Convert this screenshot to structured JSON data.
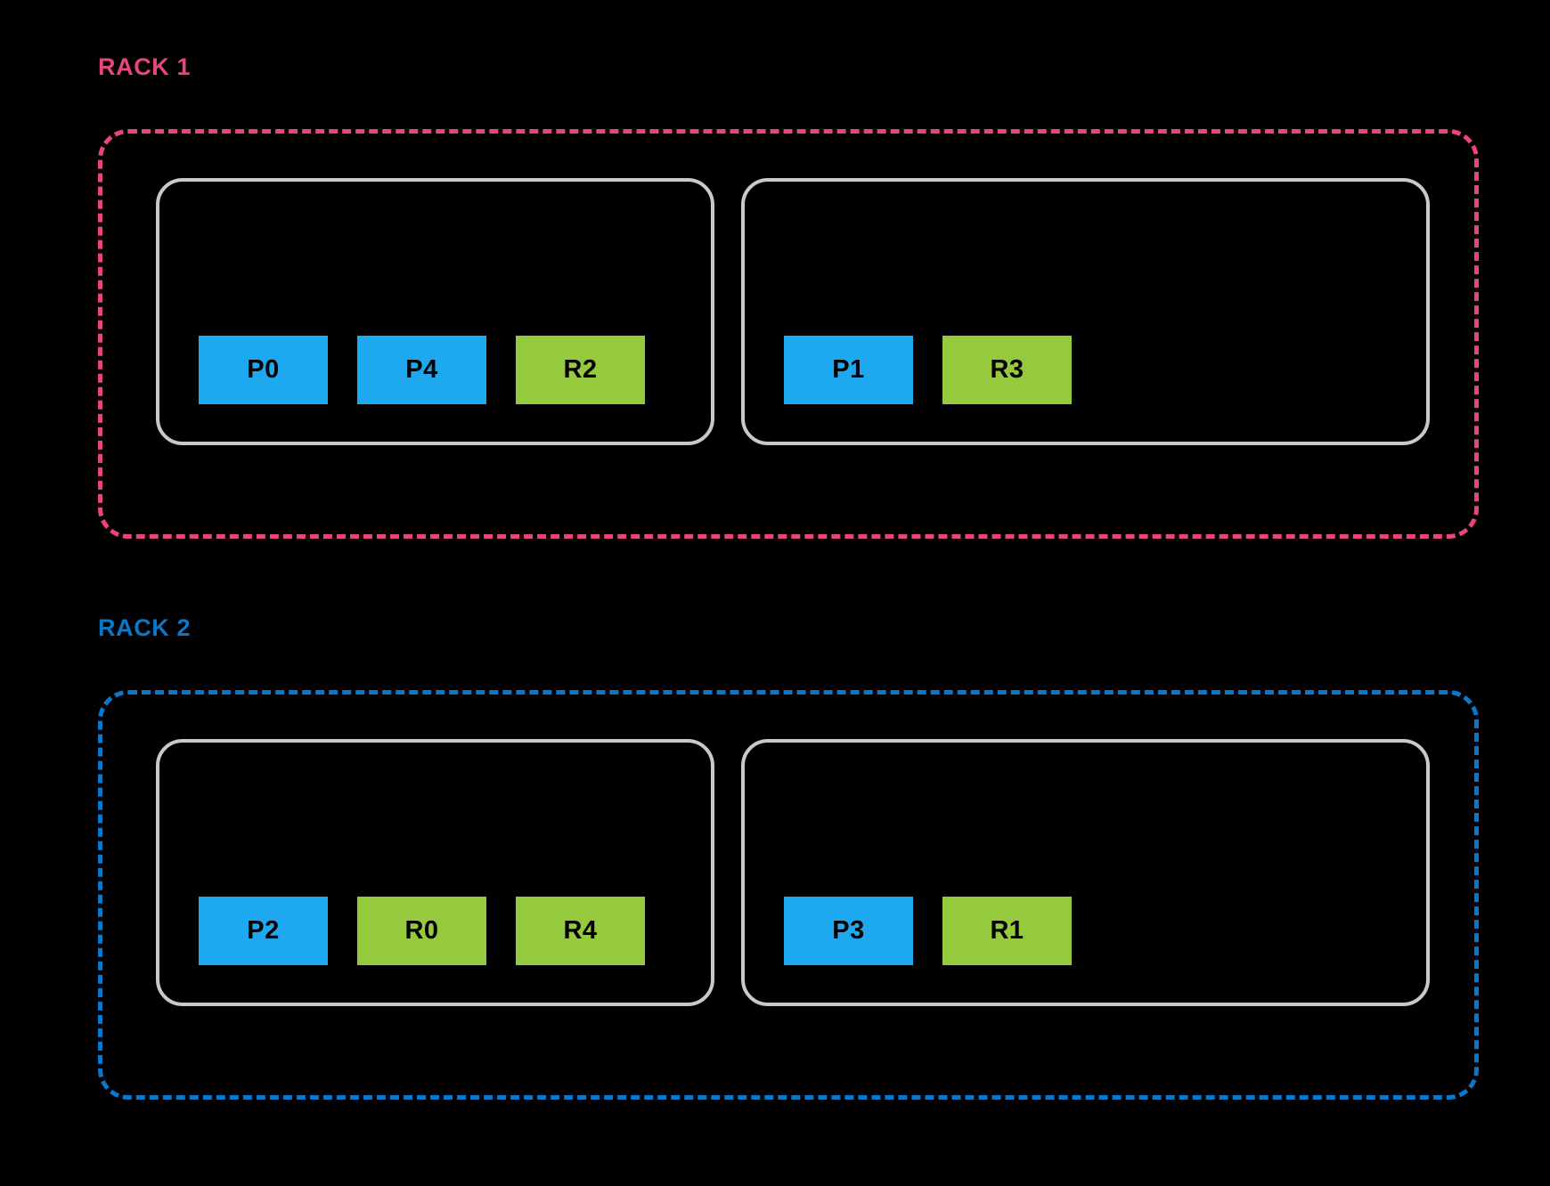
{
  "diagram": {
    "title": "",
    "background_color": "#000000",
    "colors": {
      "rack1_accent": "#e8457b",
      "rack2_accent": "#0a77c9",
      "node_border": "#c9c9c9",
      "partition_fill": "#1ea8ef",
      "replica_fill": "#95c93e",
      "chip_text": "#000000"
    },
    "racks": [
      {
        "label": "RACK 1",
        "accent": "#e8457b",
        "nodes": [
          {
            "chips": [
              {
                "label": "P0",
                "kind": "partition"
              },
              {
                "label": "P4",
                "kind": "partition"
              },
              {
                "label": "R2",
                "kind": "replica"
              }
            ]
          },
          {
            "chips": [
              {
                "label": "P1",
                "kind": "partition"
              },
              {
                "label": "R3",
                "kind": "replica"
              }
            ]
          }
        ]
      },
      {
        "label": "RACK 2",
        "accent": "#0a77c9",
        "nodes": [
          {
            "chips": [
              {
                "label": "P2",
                "kind": "partition"
              },
              {
                "label": "R0",
                "kind": "replica"
              },
              {
                "label": "R4",
                "kind": "replica"
              }
            ]
          },
          {
            "chips": [
              {
                "label": "P3",
                "kind": "partition"
              },
              {
                "label": "R1",
                "kind": "replica"
              }
            ]
          }
        ]
      }
    ]
  }
}
